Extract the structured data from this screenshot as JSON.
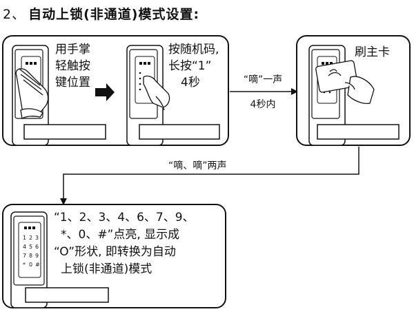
{
  "heading": {
    "number": "2、",
    "text": "自动上锁(非通道)模式设置:"
  },
  "step1": {
    "lines": [
      "用手掌",
      "轻触按",
      "键位置"
    ]
  },
  "step2": {
    "lines": [
      "按随机码,",
      "长按“1”",
      "4秒"
    ]
  },
  "transition1": {
    "beep": "“嘀”一声",
    "time": "4秒内"
  },
  "step3": {
    "label": "刷主卡"
  },
  "transition2": {
    "beep": "“嘀、嘀”两声"
  },
  "result": {
    "lines": [
      "“1、2、3、4、6、7、9、",
      "*、0、#”点亮, 显示成",
      "“O”形状, 即转换为自动",
      "上锁(非通道)模式"
    ]
  },
  "keypad_glyphs": [
    "1",
    "2",
    "3",
    "4",
    "5",
    "6",
    "7",
    "8",
    "9",
    "*",
    "0",
    "#"
  ]
}
